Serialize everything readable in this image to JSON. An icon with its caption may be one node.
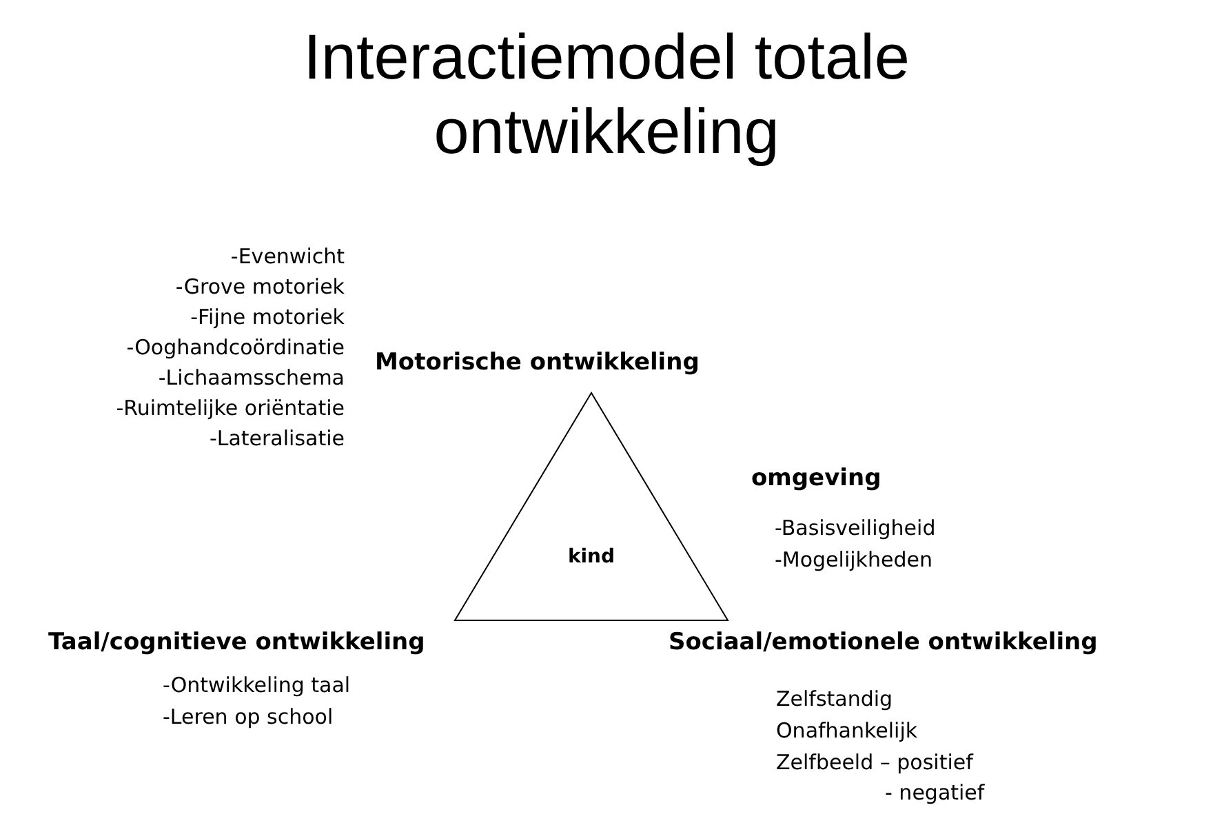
{
  "diagram": {
    "title": "Interactiemodel totale ontwikkeling",
    "nodes": [
      {
        "text": [
          "kind"
        ]
      }
    ],
    "labels": [
      "-Evenwicht",
      "-Grove motoriek",
      "-Fijne motoriek",
      "-Ooghandcoördinatie",
      "-Lichaamsschema",
      "-Ruimtelijke oriëntatie",
      "-Lateralisatie",
      "Motorische ontwikkeling",
      "omgeving",
      "-Basisveiligheid",
      "-Mogelijkheden",
      "Taal/cognitieve ontwikkeling",
      "-Ontwikkeling taal",
      "-Leren op school",
      "Sociaal/emotionele ontwikkeling",
      "Zelfstandig",
      "Onafhankelijk",
      "Zelfbeeld – positief",
      "- negatief"
    ]
  }
}
